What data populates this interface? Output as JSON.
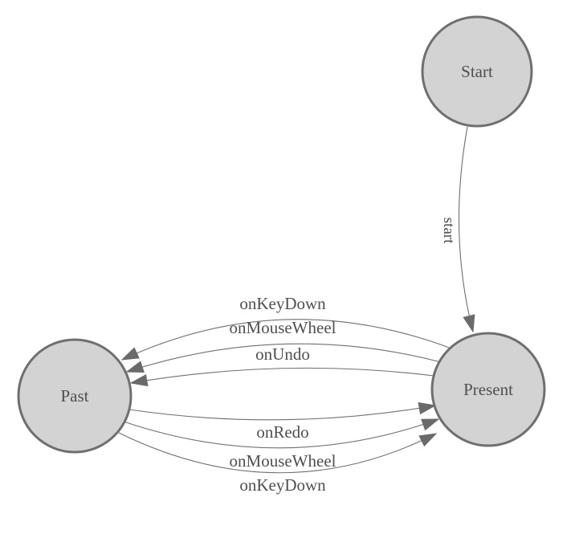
{
  "diagram": {
    "type": "state-machine",
    "background": "#ffffff",
    "colors": {
      "node_fill": "#d3d3d3",
      "node_stroke": "#6f6f6f",
      "edge_stroke": "#6f6f6f",
      "arrow_fill": "#6a6a6a",
      "label_text": "#4f4f4f"
    },
    "nodes": [
      {
        "id": "start",
        "label": "Start"
      },
      {
        "id": "past",
        "label": "Past"
      },
      {
        "id": "present",
        "label": "Present"
      }
    ],
    "edges": [
      {
        "from": "Start",
        "to": "Present",
        "label": "start"
      },
      {
        "from": "Present",
        "to": "Past",
        "label": "onKeyDown"
      },
      {
        "from": "Present",
        "to": "Past",
        "label": "onMouseWheel"
      },
      {
        "from": "Present",
        "to": "Past",
        "label": "onUndo"
      },
      {
        "from": "Past",
        "to": "Present",
        "label": "onRedo"
      },
      {
        "from": "Past",
        "to": "Present",
        "label": "onMouseWheel"
      },
      {
        "from": "Past",
        "to": "Present",
        "label": "onKeyDown"
      }
    ]
  }
}
